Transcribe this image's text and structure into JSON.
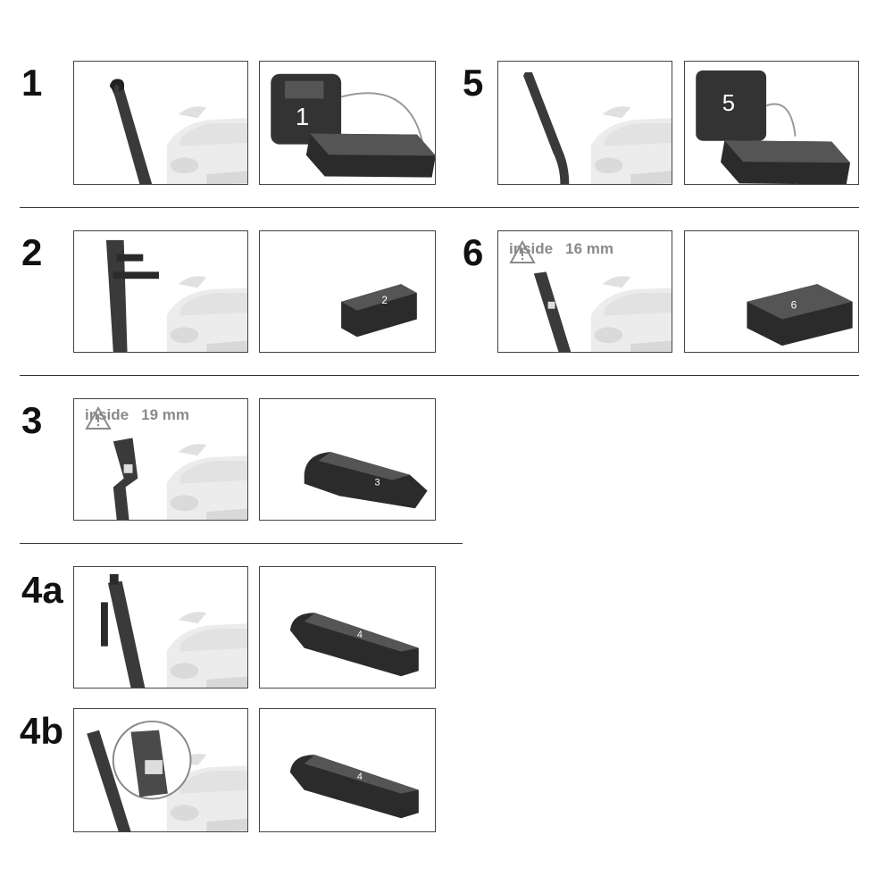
{
  "steps": [
    {
      "id": "1",
      "label": "1",
      "callout": "1"
    },
    {
      "id": "2",
      "label": "2",
      "adapter_mark": "2"
    },
    {
      "id": "3",
      "label": "3",
      "warning": {
        "text": "inside",
        "value": "19 mm"
      },
      "adapter_mark": "3"
    },
    {
      "id": "4a",
      "label": "4a",
      "adapter_mark": "4"
    },
    {
      "id": "4b",
      "label": "4b",
      "adapter_mark": "4"
    },
    {
      "id": "5",
      "label": "5",
      "callout": "5"
    },
    {
      "id": "6",
      "label": "6",
      "warning": {
        "text": "inside",
        "value": "16 mm"
      },
      "adapter_mark": "6"
    }
  ],
  "icons": {
    "warning": "warning-triangle-icon",
    "car": "car-silhouette-icon"
  }
}
